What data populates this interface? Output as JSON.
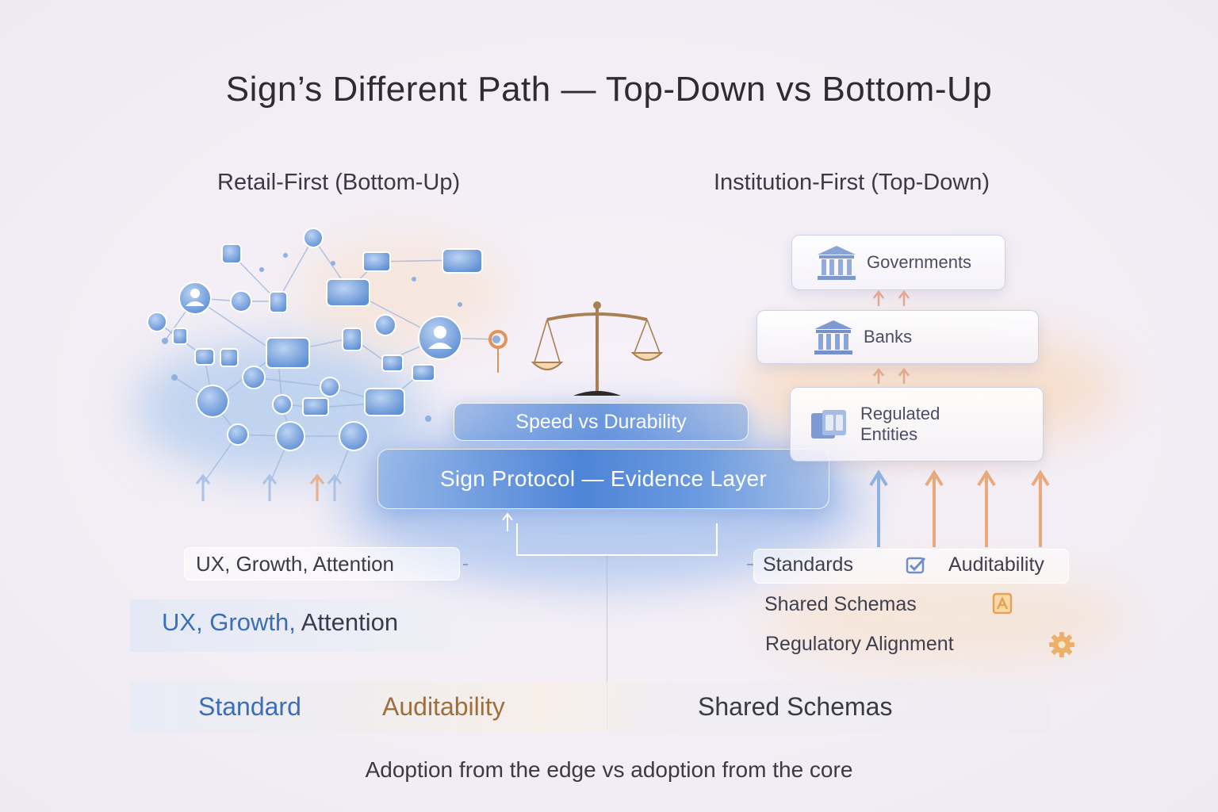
{
  "title": "Sign’s Different Path — Top-Down vs Bottom-Up",
  "left_header": "Retail-First (Bottom-Up)",
  "right_header": "Institution-First (Top-Down)",
  "center": {
    "tradeoff_label": "Speed vs Durability",
    "layer_label": "Sign Protocol — Evidence Layer"
  },
  "institutions": [
    {
      "label": "Governments",
      "icon": "bank-building-icon"
    },
    {
      "label": "Banks",
      "icon": "bank-building-icon"
    },
    {
      "label": "Regulated\nEntities",
      "icon": "documents-icon"
    }
  ],
  "left_list": {
    "row1": "UX, Growth, Attention",
    "row2_part1": "UX, Growth,",
    "row2_part2": "Attention"
  },
  "right_list": {
    "standards": "Standards",
    "auditability": "Auditability",
    "shared_schemas": "Shared Schemas",
    "regulatory_alignment": "Regulatory Alignment"
  },
  "bottom": {
    "standard": "Standard",
    "auditability": "Auditability",
    "shared_schemas": "Shared Schemas"
  },
  "footer": "Adoption from the edge vs adoption from the core",
  "colors": {
    "accent_blue": "#3a6fb8",
    "accent_gold": "#9c6f3c",
    "layer_blue": "#3c78d2",
    "arrow_orange": "#e6a472"
  }
}
